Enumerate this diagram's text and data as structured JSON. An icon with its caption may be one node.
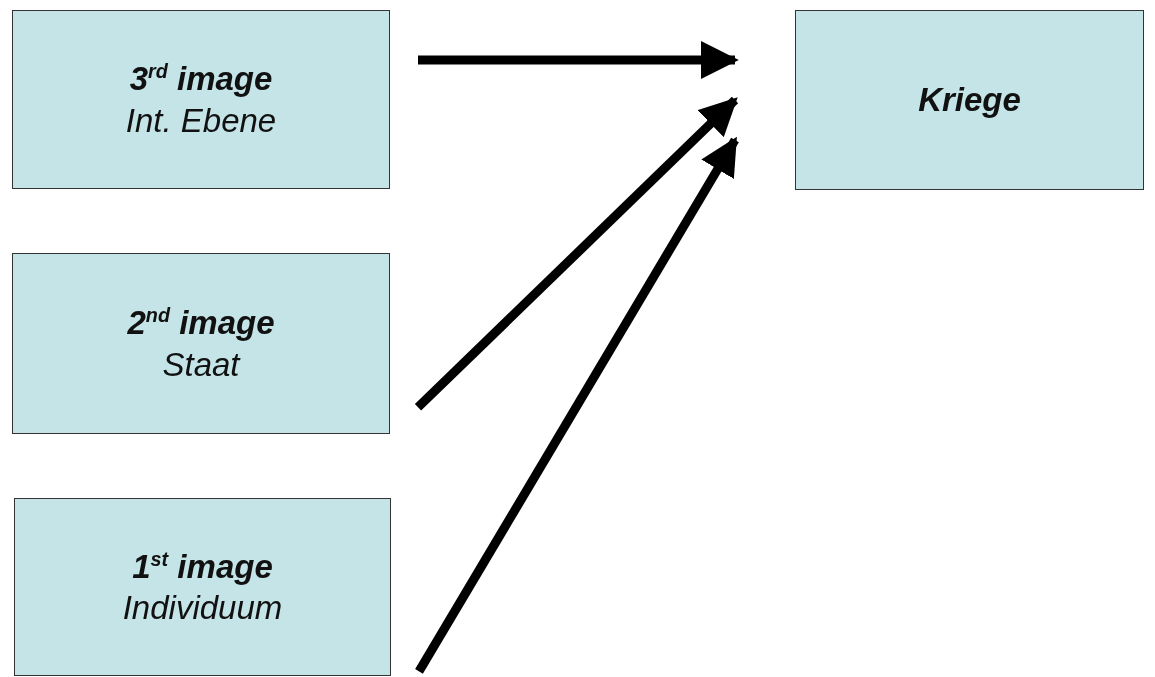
{
  "diagram": {
    "nodes": [
      {
        "text": [
          "3$^{rd}$ image",
          "Int. Ebene"
        ]
      },
      {
        "text": [
          "2$^{nd}$ image",
          "Staat"
        ]
      },
      {
        "text": [
          "1$^{st}$ image",
          "Individuum"
        ]
      },
      {
        "text": [
          "Kriege"
        ]
      }
    ],
    "edges": [
      {
        "from": 0,
        "to": 3,
        "arrow": "to"
      },
      {
        "from": 1,
        "to": 3,
        "arrow": "to"
      },
      {
        "from": 2,
        "to": 3,
        "arrow": "to"
      }
    ]
  }
}
